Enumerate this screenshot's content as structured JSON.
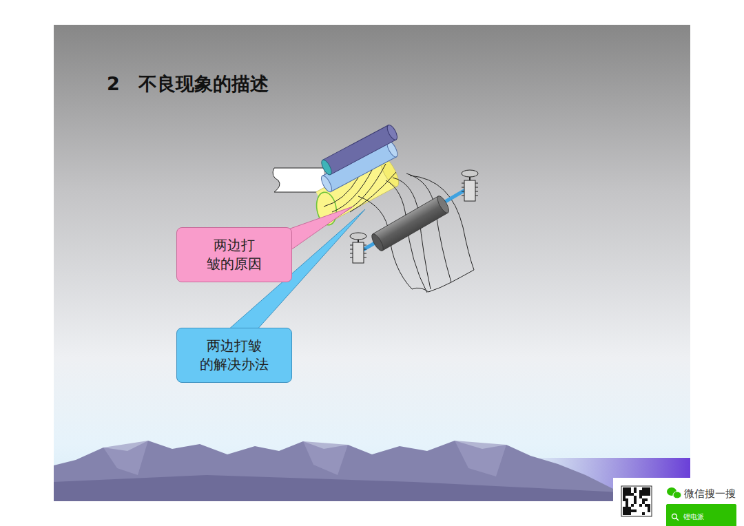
{
  "diagram": {
    "title": "2　不良现象的描述",
    "nodes": [
      {
        "text": [
          "两边打 皱的原因"
        ]
      },
      {
        "text": [
          "两边打皱 的解决办法"
        ]
      },
      {
        "text": [
          "微信搜一搜"
        ]
      },
      {
        "text": [
          "锂电派"
        ],
        "in": 2
      }
    ]
  }
}
